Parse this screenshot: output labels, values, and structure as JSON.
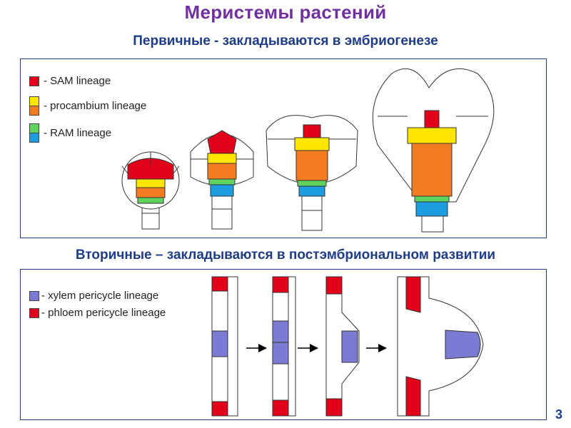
{
  "title": "Меристемы растений",
  "primary": {
    "heading": "Первичные - закладываются в эмбриогенезе",
    "legend": [
      {
        "label": "- SAM lineage",
        "colors": [
          "#e2001a"
        ]
      },
      {
        "label": "- procambium lineage",
        "colors": [
          "#ffe600",
          "#f47c20"
        ]
      },
      {
        "label": "- RAM lineage",
        "colors": [
          "#5fd35f",
          "#1e9ce0"
        ]
      }
    ]
  },
  "secondary": {
    "heading": "Вторичные – закладываются в постэмбриональном развитии",
    "legend": [
      {
        "label": "- xylem pericycle lineage",
        "colors": [
          "#7b7bd4"
        ]
      },
      {
        "label": "- phloem pericycle lineage",
        "colors": [
          "#e2001a"
        ]
      }
    ]
  },
  "page_number": "3",
  "colors": {
    "title": "#7030a0",
    "heading": "#1f3c88",
    "sam": "#e2001a",
    "procambium_yellow": "#ffe600",
    "procambium_orange": "#f47c20",
    "ram_green": "#5fd35f",
    "ram_blue": "#1e9ce0",
    "xylem_pericycle": "#7b7bd4",
    "phloem_pericycle": "#e2001a"
  }
}
